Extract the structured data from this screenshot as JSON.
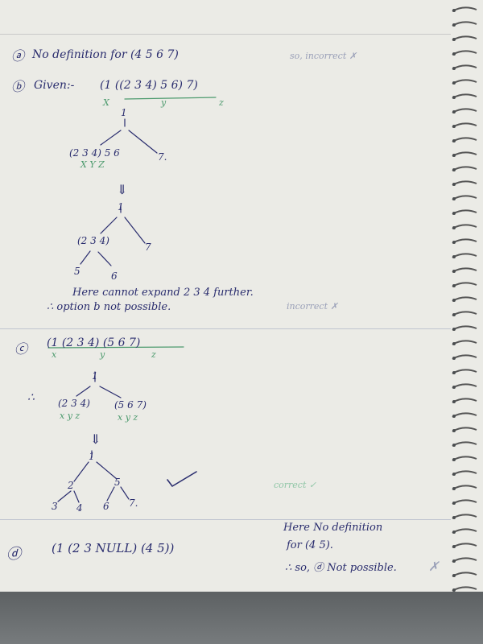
{
  "part_a": {
    "label": "ⓐ",
    "text": "No  definition  for  (4 5  6 7)",
    "verdict": "so, incorrect ✗"
  },
  "part_b": {
    "label": "ⓑ",
    "given": "Given:-",
    "expr": "(1 ((2 3 4) 5 6) 7)",
    "x": "X",
    "y": "y",
    "z": "z",
    "root": "1",
    "left1": "(2 3 4) 5 6",
    "left1_vars": "X  Y Z",
    "right1": "7.",
    "arrow": "⇓",
    "root2": "1",
    "node234": "(2 3 4)",
    "right2": "7",
    "leaf5": "5",
    "leaf6": "6",
    "note1": "Here     cannot    expand   2 3 4    further.",
    "note2": "∴ option  b  not   possible.",
    "verdict": "incorrect ✗"
  },
  "part_c": {
    "label": "ⓒ",
    "expr": "(1  (2 3 4)   (5  6 7)",
    "x": "x",
    "y": "y",
    "z": "z",
    "therefore": "∴",
    "root": "1",
    "left": "(2 3 4)",
    "left_vars": "x y z",
    "right": "(5 6 7)",
    "right_vars": "x y z",
    "arrow": "⇓",
    "n1": "1",
    "n2": "2",
    "n5": "5",
    "n3": "3",
    "n4": "4",
    "n6": "6",
    "n7": "7.",
    "check": "✓",
    "verdict": "correct ✓"
  },
  "part_d": {
    "label": "ⓓ",
    "expr": "(1  (2  3  NULL)  (4  5))",
    "note1": "Here      No  definition",
    "note2": "for   (4 5).",
    "note3": "∴ so,  ⓓ  Not  possible.",
    "verdict": "✗"
  }
}
